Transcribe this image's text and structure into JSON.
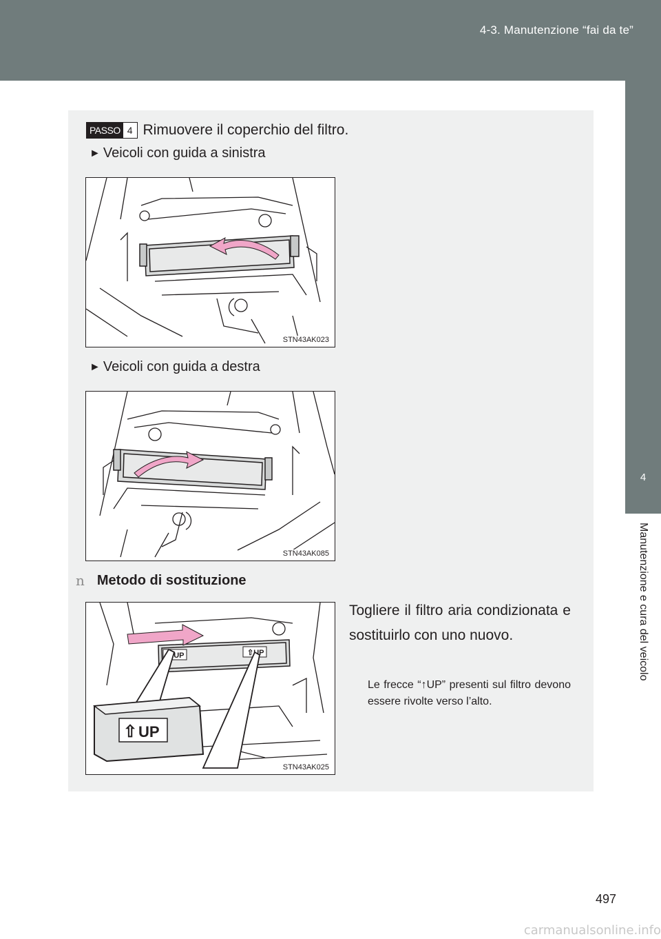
{
  "header": {
    "section_title": "4-3. Manutenzione “fai da te”"
  },
  "side_tab": {
    "chapter_number": "4",
    "chapter_title": "Manutenzione e cura del veicolo"
  },
  "step": {
    "badge_word": "PASSO",
    "badge_number": "4",
    "text": "Rimuovere il coperchio del filtro."
  },
  "variants": [
    {
      "marker": "►",
      "label": "Veicoli con guida a sinistra",
      "figure_code": "STN43AK023"
    },
    {
      "marker": "►",
      "label": "Veicoli con guida a destra",
      "figure_code": "STN43AK085"
    }
  ],
  "section": {
    "bullet": "n",
    "title": "Metodo di sostituzione",
    "figure_code": "STN43AK025",
    "body": "Togliere il filtro aria condizionata e sostituirlo con uno nuovo.",
    "note": "Le frecce “↑UP” presenti sul filtro devono essere rivolte verso l’alto.",
    "up_label": "UP"
  },
  "page_number": "497",
  "watermark": "carmanualsonline.info",
  "colors": {
    "header": "#707c7c",
    "panel": "#eff0f0",
    "arrow": "#f0a6c8"
  }
}
